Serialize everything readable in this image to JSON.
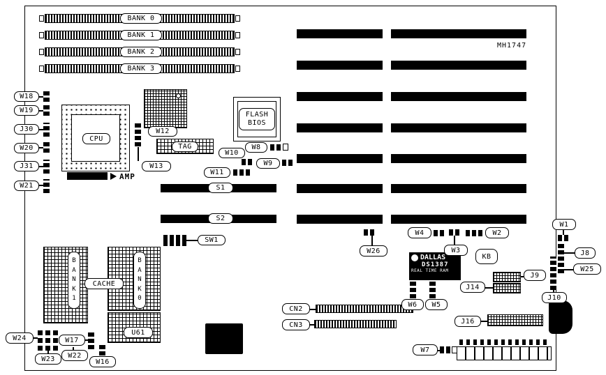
{
  "board": {
    "part_number": "MH1747"
  },
  "memory": {
    "banks": [
      "BANK 0",
      "BANK 1",
      "BANK 2",
      "BANK 3"
    ]
  },
  "cpu": {
    "label": "CPU",
    "brand": "AMP"
  },
  "chips": {
    "tag": "TAG",
    "flash_bios": "FLASH\nBIOS",
    "u61": "U61",
    "dallas": {
      "brand": "DALLAS",
      "model": "DS1387",
      "desc": "REAL TIME RAM"
    },
    "cache": {
      "bank1": "B\nA\nN\nK\n1",
      "label": "CACHE",
      "bank0": "B\nA\nN\nK\n0"
    }
  },
  "slots": {
    "s1": "S1",
    "s2": "S2"
  },
  "switches": {
    "sw1": "SW1"
  },
  "connectors": {
    "cn2": "CN2",
    "cn3": "CN3",
    "j8": "J8",
    "j9": "J9",
    "j10": "J10",
    "j14": "J14",
    "j16": "J16",
    "j30": "J30",
    "j31": "J31",
    "kb": "KB"
  },
  "jumpers": {
    "w1": "W1",
    "w2": "W2",
    "w3": "W3",
    "w4": "W4",
    "w5": "W5",
    "w6": "W6",
    "w7": "W7",
    "w8": "W8",
    "w9": "W9",
    "w10": "W10",
    "w11": "W11",
    "w12": "W12",
    "w13": "W13",
    "w16": "W16",
    "w17": "W17",
    "w18": "W18",
    "w19": "W19",
    "w20": "W20",
    "w21": "W21",
    "w22": "W22",
    "w23": "W23",
    "w24": "W24",
    "w25": "W25",
    "w26": "W26"
  }
}
